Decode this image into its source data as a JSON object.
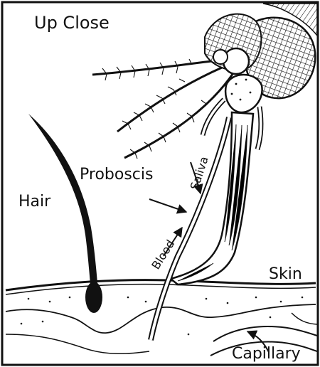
{
  "title": "Up Close",
  "labels": {
    "hair": "Hair",
    "proboscis": "Proboscis",
    "saliva": "Saliva",
    "blood": "Blood",
    "skin": "Skin",
    "capillary": "Capillary"
  },
  "colors": {
    "ink": "#111111",
    "paper": "#ffffff",
    "shade": "#9a9a9a"
  },
  "icons": [
    "mosquito-head-icon",
    "hair-follicle-icon",
    "capillary-icon"
  ]
}
